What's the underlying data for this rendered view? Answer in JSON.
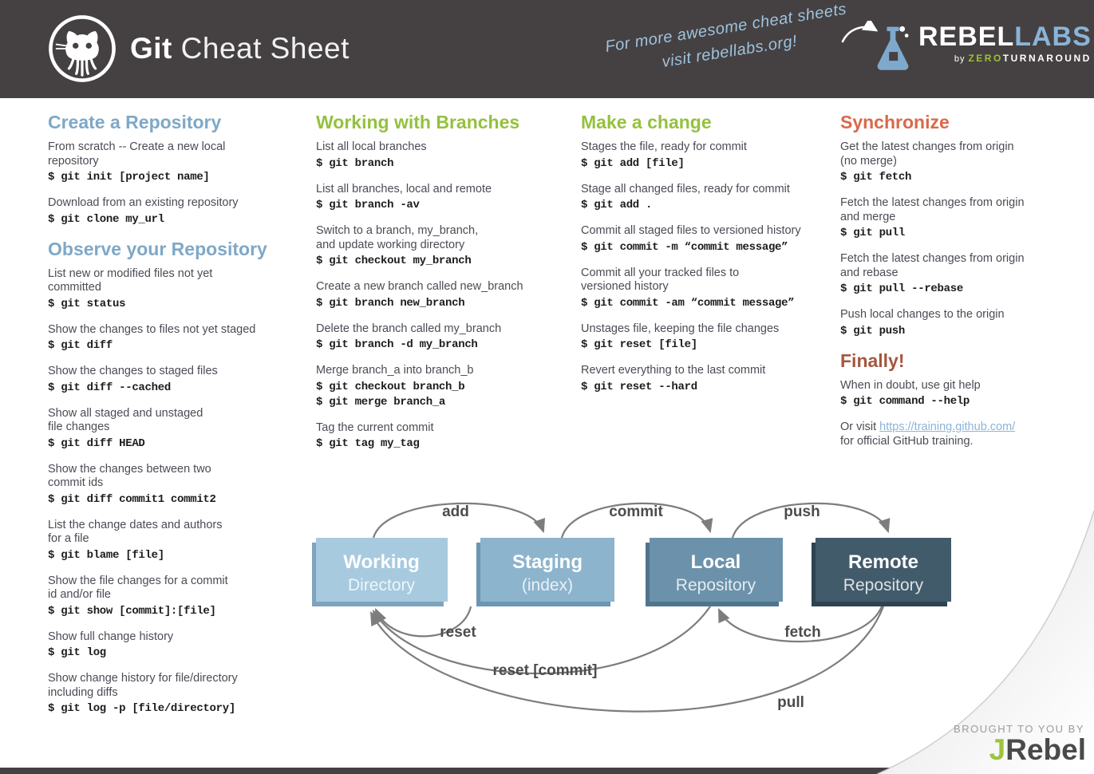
{
  "header": {
    "title_bold": "Git",
    "title_rest": " Cheat Sheet",
    "note_line1": "For more awesome cheat sheets",
    "note_line2": "visit rebellabs.org!",
    "logo": {
      "rebel": "REBEL",
      "labs": "LABS",
      "by": "by",
      "zero": "ZERO",
      "turnaround": "TURNAROUND"
    }
  },
  "colors": {
    "header_bg": "#454142",
    "heading_blue": "#7fa8c7",
    "heading_green": "#94c13e",
    "heading_orange": "#d9694a",
    "heading_brick": "#a4573e",
    "body_text": "#4b4b55",
    "code_text": "#1c1c1c",
    "link_blue": "#8cb4d9",
    "arrow_gray": "#7d7d7d",
    "jrebel_green": "#9cc43d"
  },
  "columns": [
    {
      "sections": [
        {
          "heading": "Create a Repository",
          "color": "#7fa8c7",
          "entries": [
            {
              "desc": "From scratch -- Create a new local\nrepository",
              "codes": [
                "$ git init [project name]"
              ]
            },
            {
              "desc": "Download from an existing repository",
              "codes": [
                "$ git clone my_url"
              ]
            }
          ]
        },
        {
          "heading": "Observe your Repository",
          "color": "#7fa8c7",
          "entries": [
            {
              "desc": "List new or modified files not yet\ncommitted",
              "codes": [
                "$ git status"
              ]
            },
            {
              "desc": "Show the changes to files not yet staged",
              "codes": [
                "$ git diff"
              ]
            },
            {
              "desc": "Show the changes to staged files",
              "codes": [
                "$ git diff --cached"
              ]
            },
            {
              "desc": "Show all staged and unstaged\nfile changes",
              "codes": [
                "$ git diff HEAD"
              ]
            },
            {
              "desc": "Show the changes between two\ncommit ids",
              "codes": [
                "$ git diff commit1 commit2"
              ]
            },
            {
              "desc": "List the change dates and authors\nfor a file",
              "codes": [
                "$ git blame [file]"
              ]
            },
            {
              "desc": "Show the file changes for a commit\nid and/or file",
              "codes": [
                "$ git show [commit]:[file]"
              ]
            },
            {
              "desc": "Show full change history",
              "codes": [
                "$ git log"
              ]
            },
            {
              "desc": "Show change history for file/directory\nincluding diffs",
              "codes": [
                "$ git log -p [file/directory]"
              ]
            }
          ]
        }
      ]
    },
    {
      "sections": [
        {
          "heading": "Working with Branches",
          "color": "#94c13e",
          "entries": [
            {
              "desc": "List all local branches",
              "codes": [
                "$ git branch"
              ]
            },
            {
              "desc": "List all branches, local and remote",
              "codes": [
                "$ git branch -av"
              ]
            },
            {
              "desc": "Switch to a branch, my_branch,\nand update working directory",
              "codes": [
                "$ git checkout my_branch"
              ]
            },
            {
              "desc": "Create a new branch called new_branch",
              "codes": [
                "$ git branch new_branch"
              ]
            },
            {
              "desc": "Delete the branch called my_branch",
              "codes": [
                "$ git branch -d my_branch"
              ]
            },
            {
              "desc": "Merge branch_a into branch_b",
              "codes": [
                "$ git checkout branch_b",
                "$ git merge branch_a"
              ]
            },
            {
              "desc": "Tag the current commit",
              "codes": [
                "$ git tag my_tag"
              ]
            }
          ]
        }
      ]
    },
    {
      "sections": [
        {
          "heading": "Make a change",
          "color": "#94c13e",
          "entries": [
            {
              "desc": "Stages the file, ready for commit",
              "codes": [
                "$ git add [file]"
              ]
            },
            {
              "desc": "Stage all changed files, ready for commit",
              "codes": [
                "$ git add ."
              ]
            },
            {
              "desc": "Commit all staged files to versioned history",
              "codes": [
                "$ git commit -m “commit message”"
              ]
            },
            {
              "desc": "Commit all your tracked files to\nversioned history",
              "codes": [
                "$ git commit -am “commit message”"
              ]
            },
            {
              "desc": "Unstages file, keeping the file changes",
              "codes": [
                "$ git reset [file]"
              ]
            },
            {
              "desc": "Revert everything to the last commit",
              "codes": [
                "$ git reset --hard"
              ]
            }
          ]
        }
      ]
    },
    {
      "sections": [
        {
          "heading": "Synchronize",
          "color": "#d9694a",
          "entries": [
            {
              "desc": "Get the latest changes from origin\n(no merge)",
              "codes": [
                "$ git fetch"
              ]
            },
            {
              "desc": "Fetch the latest changes from origin\nand merge",
              "codes": [
                "$ git pull"
              ]
            },
            {
              "desc": "Fetch the latest changes from origin\nand rebase",
              "codes": [
                "$ git pull --rebase"
              ]
            },
            {
              "desc": "Push local changes to the origin",
              "codes": [
                "$ git push"
              ]
            }
          ]
        },
        {
          "heading": "Finally!",
          "color": "#a4573e",
          "entries": [
            {
              "desc": "When in doubt, use git help",
              "codes": [
                "$ git command --help"
              ]
            },
            {
              "desc_prefix": "Or visit ",
              "link": "https://training.github.com/",
              "desc_suffix": "\nfor official GitHub training.",
              "codes": []
            }
          ]
        }
      ]
    }
  ],
  "diagram": {
    "boxes": [
      {
        "title": "Working",
        "subtitle": "Directory",
        "color": "#a7cadf",
        "shadow": "#7fa3bc"
      },
      {
        "title": "Staging",
        "subtitle": "(index)",
        "color": "#8db4cd",
        "shadow": "#6c96b2"
      },
      {
        "title": "Local",
        "subtitle": "Repository",
        "color": "#6b92aa",
        "shadow": "#4f758d"
      },
      {
        "title": "Remote",
        "subtitle": "Repository",
        "color": "#415b6b",
        "shadow": "#2d4350"
      }
    ],
    "arrow_labels": {
      "add": "add",
      "commit": "commit",
      "push": "push",
      "reset": "reset",
      "fetch": "fetch",
      "reset_commit": "reset [commit]",
      "pull": "pull"
    }
  },
  "footer": {
    "brought": "BROUGHT TO YOU BY",
    "jrebel_j": "J",
    "jrebel_rest": "Rebel"
  }
}
